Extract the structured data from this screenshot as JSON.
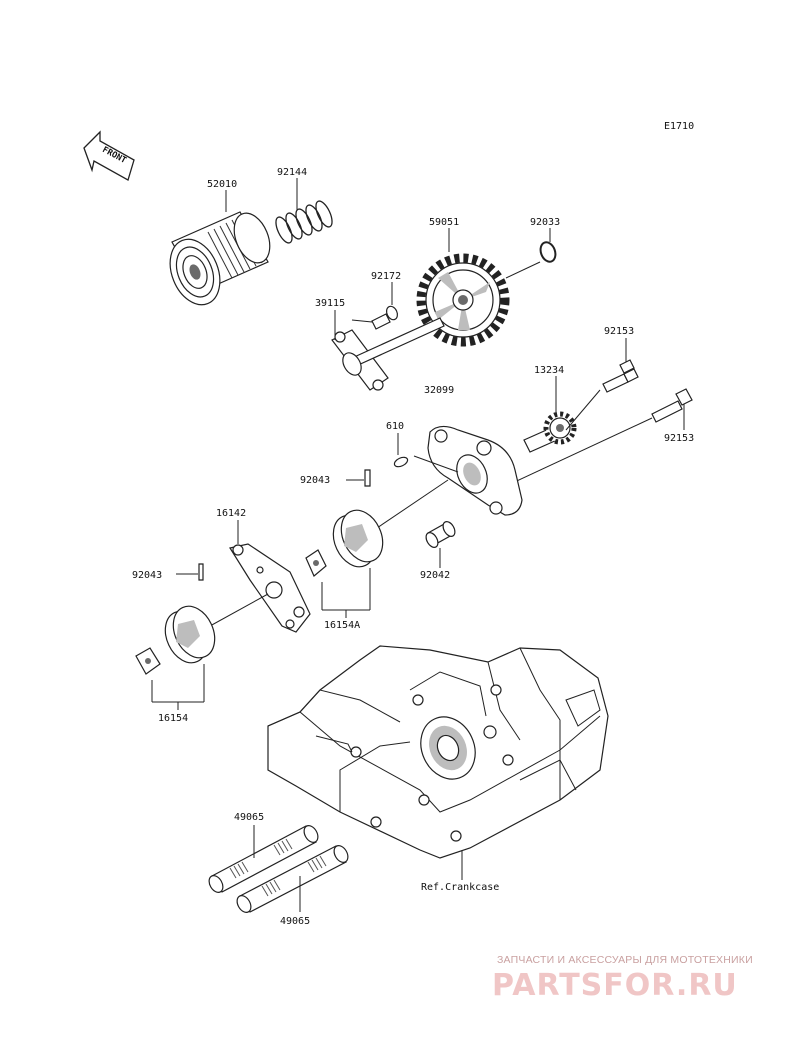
{
  "diagram_code": "E1710",
  "front_label": "FRONT",
  "parts": {
    "p52010": "52010",
    "p92144": "92144",
    "p59051": "59051",
    "p92033": "92033",
    "p92172": "92172",
    "p39115": "39115",
    "p32099": "32099",
    "p13234": "13234",
    "p92153a": "92153",
    "p92153b": "92153",
    "p610": "610",
    "p92043a": "92043",
    "p92043b": "92043",
    "p92042": "92042",
    "p16142": "16142",
    "p16154a": "16154A",
    "p16154": "16154",
    "p49065a": "49065",
    "p49065b": "49065"
  },
  "ref_label": "Ref.Crankcase",
  "watermark": {
    "top_text": "ЗАПЧАСТИ И АКСЕССУАРЫ ДЛЯ МОТОТЕХНИКИ",
    "brand": "PARTSFOR.RU"
  }
}
